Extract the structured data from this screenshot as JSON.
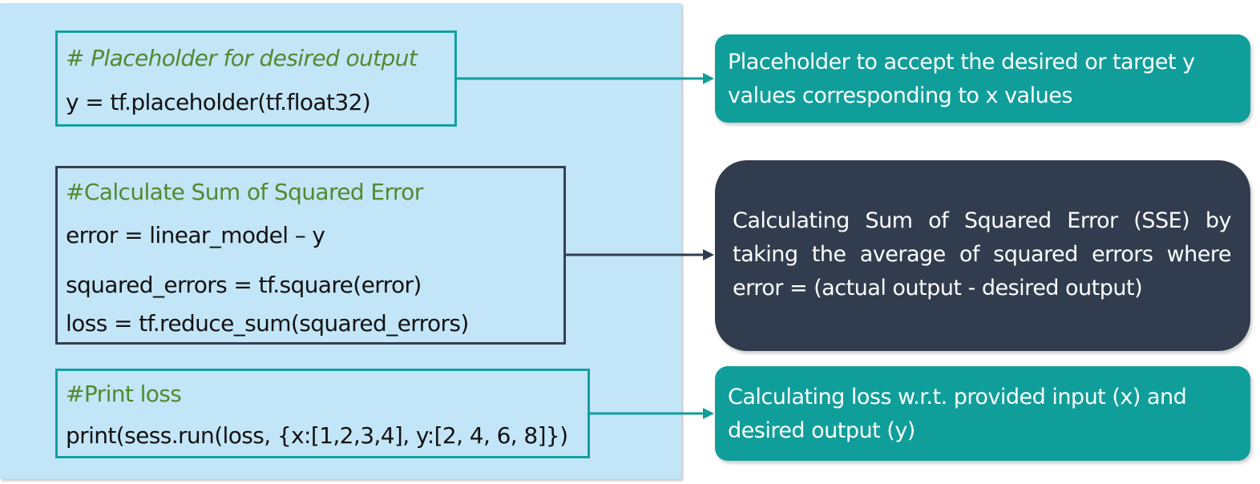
{
  "code_blocks": [
    {
      "comment": "# Placeholder for desired output",
      "lines": [
        "y = tf.placeholder(tf.float32)"
      ]
    },
    {
      "comment": "#Calculate Sum of Squared Error",
      "lines": [
        "error = linear_model – y",
        "squared_errors = tf.square(error)",
        "loss = tf.reduce_sum(squared_errors)"
      ]
    },
    {
      "comment": "#Print loss",
      "lines": [
        "print(sess.run(loss, {x:[1,2,3,4], y:[2, 4, 6, 8]})"
      ]
    }
  ],
  "callouts": [
    {
      "text": "Placeholder to accept the desired or target y values corresponding to x values"
    },
    {
      "text": "Calculating Sum of Squared Error (SSE) by taking the average of squared errors where error =  (actual output - desired output)"
    },
    {
      "text": "Calculating loss w.r.t. provided input (x) and desired output (y)"
    }
  ],
  "colors": {
    "panel_background": "#c3e5f8",
    "teal": "#109e9b",
    "navy": "#323c4f",
    "comment_green": "#4f8a2e"
  }
}
